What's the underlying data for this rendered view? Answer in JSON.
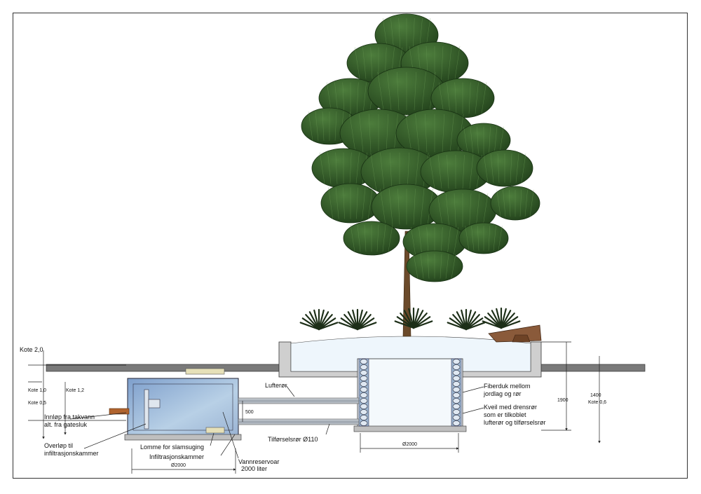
{
  "labels": {
    "kote_2_0": "Kote 2,0",
    "kote_1_0": "Kote 1,0",
    "kote_0_5": "Kote 0,5",
    "kote_1_2": "Kote 1,2",
    "innlop_line1": "Innløp fra takvann",
    "innlop_line2": "alt. fra gatesluk",
    "overlop_line1": "Overløp til",
    "overlop_line2": "infiltrasjonskammer",
    "lommer": "Lomme for slamsuging",
    "infiltrasjonskammer": "Infiltrasjonskammer",
    "vannreservoar_line1": "Vannreservoar",
    "vannreservoar_line2": "2000 liter",
    "lufteror": "Lufterør",
    "dim_500": "500",
    "tilforselsror": "Tilførselsrør Ø110",
    "fiberduk_line1": "Fiberduk mellom",
    "fiberduk_line2": "jordlag og rør",
    "kveil_line1": "Kveil med drensrør",
    "kveil_line2": "som er tilkoblet",
    "kveil_line3": "lufterør og tilførselsrør",
    "dim_1900": "1900",
    "dim_1400": "1400",
    "kote_0_6": "Kote 0,6",
    "dia_tank": "Ø2000",
    "dia_well": "Ø2000"
  },
  "colors": {
    "tank_fill": "#9bb8d8",
    "pavement": "#7a7a7a",
    "planter_fill": "#eef6fc",
    "foliage": "#2f5a26",
    "trunk": "#6b4a2a",
    "inlet_pipe": "#b0632e"
  }
}
